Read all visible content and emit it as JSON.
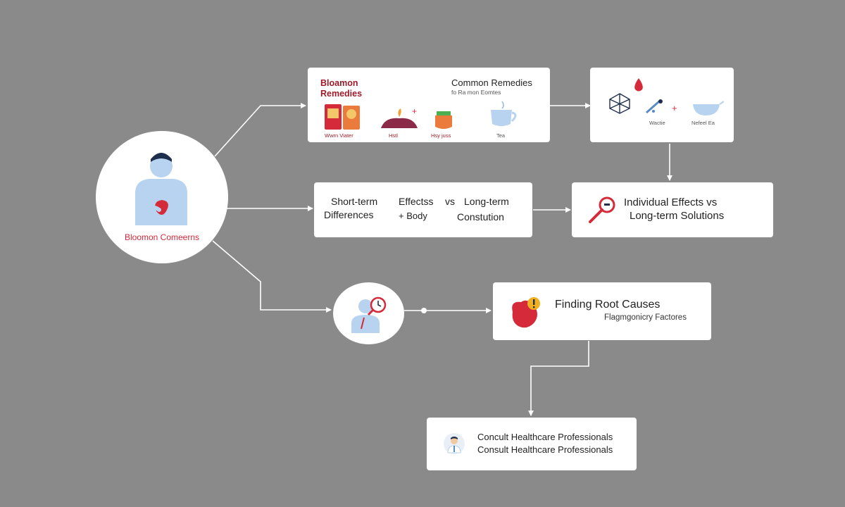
{
  "colors": {
    "background": "#8a8a8a",
    "box": "#ffffff",
    "accent_red": "#d42a3a",
    "light_blue": "#b7d3ef",
    "dark_navy": "#1e2f4d",
    "connector": "#ffffff"
  },
  "nodes": {
    "concerns": {
      "label": "Bloomon Comeerns",
      "icon": "person-stomach-icon"
    },
    "remedies": {
      "title_left": "Bloamon\nRemedies",
      "title_right": "Common Remedies",
      "subtitle": "fo Ra mon Eomtes",
      "items": [
        {
          "label": "Wwrn Viater",
          "icon": "jars-icon"
        },
        {
          "label": "Hstl",
          "icon": "herb-bowl-icon"
        },
        {
          "label": "Hsy juss",
          "icon": "honey-jar-icon"
        },
        {
          "label": "Tea",
          "icon": "teacup-icon"
        }
      ]
    },
    "ingredients": {
      "labels": [
        "Wactie",
        "Nefeel Ea"
      ],
      "icons": [
        "molecule-icon",
        "drop-icon",
        "dropper-icon",
        "bowl-icon"
      ]
    },
    "effects": {
      "line1_left": "Short-term",
      "line1_mid": "Effectss",
      "line1_vs": "vs",
      "line1_right": "Long-term",
      "line2_left": "Differences",
      "line2_mid": "+ Body",
      "line2_right": "Constution"
    },
    "solutions": {
      "line1": "Individual Effects vs",
      "line2": "Long-term Solutions",
      "icon": "magnifier-icon"
    },
    "doctor": {
      "icon": "doctor-magnifier-icon"
    },
    "root": {
      "title": "Finding Root Causes",
      "subtitle": "Flagmgonicry Factores",
      "icon": "stomach-alert-icon"
    },
    "consult": {
      "line1": "Concult Healthcare Professionals",
      "line2": "Consult Healthcare Professionals",
      "icon": "doctor-avatar-icon"
    }
  }
}
